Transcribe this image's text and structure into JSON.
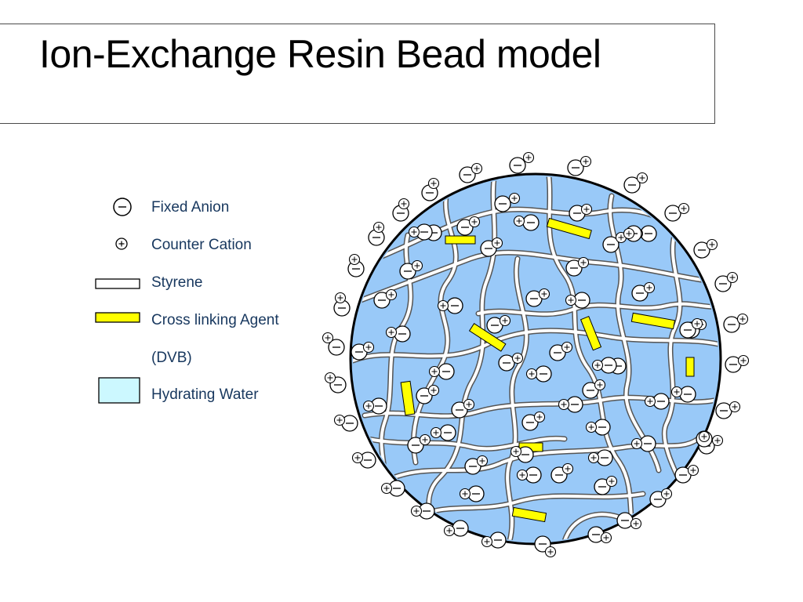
{
  "slide": {
    "title": "Ion-Exchange Resin Bead model"
  },
  "legend": {
    "items": [
      {
        "key": "fixed-anion",
        "label": "Fixed Anion",
        "symbol_text": "−"
      },
      {
        "key": "counter-cation",
        "label": "Counter Cation",
        "symbol_text": "+"
      },
      {
        "key": "styrene",
        "label": "Styrene"
      },
      {
        "key": "cross-linking-agent",
        "label": "Cross linking Agent"
      },
      {
        "key": "dvb",
        "label": "(DVB)"
      },
      {
        "key": "hydrating-water",
        "label": "Hydrating Water"
      }
    ]
  },
  "colors": {
    "bead_fill": "#99c9f8",
    "bead_outline": "#000000",
    "styrene_fill": "#ffffff",
    "styrene_outline": "#555555",
    "crosslink_fill": "#ffff00",
    "water_swatch": "#ccf8ff",
    "legend_text": "#17375e"
  },
  "ion_symbols": {
    "anion": "−",
    "cation": "+"
  }
}
